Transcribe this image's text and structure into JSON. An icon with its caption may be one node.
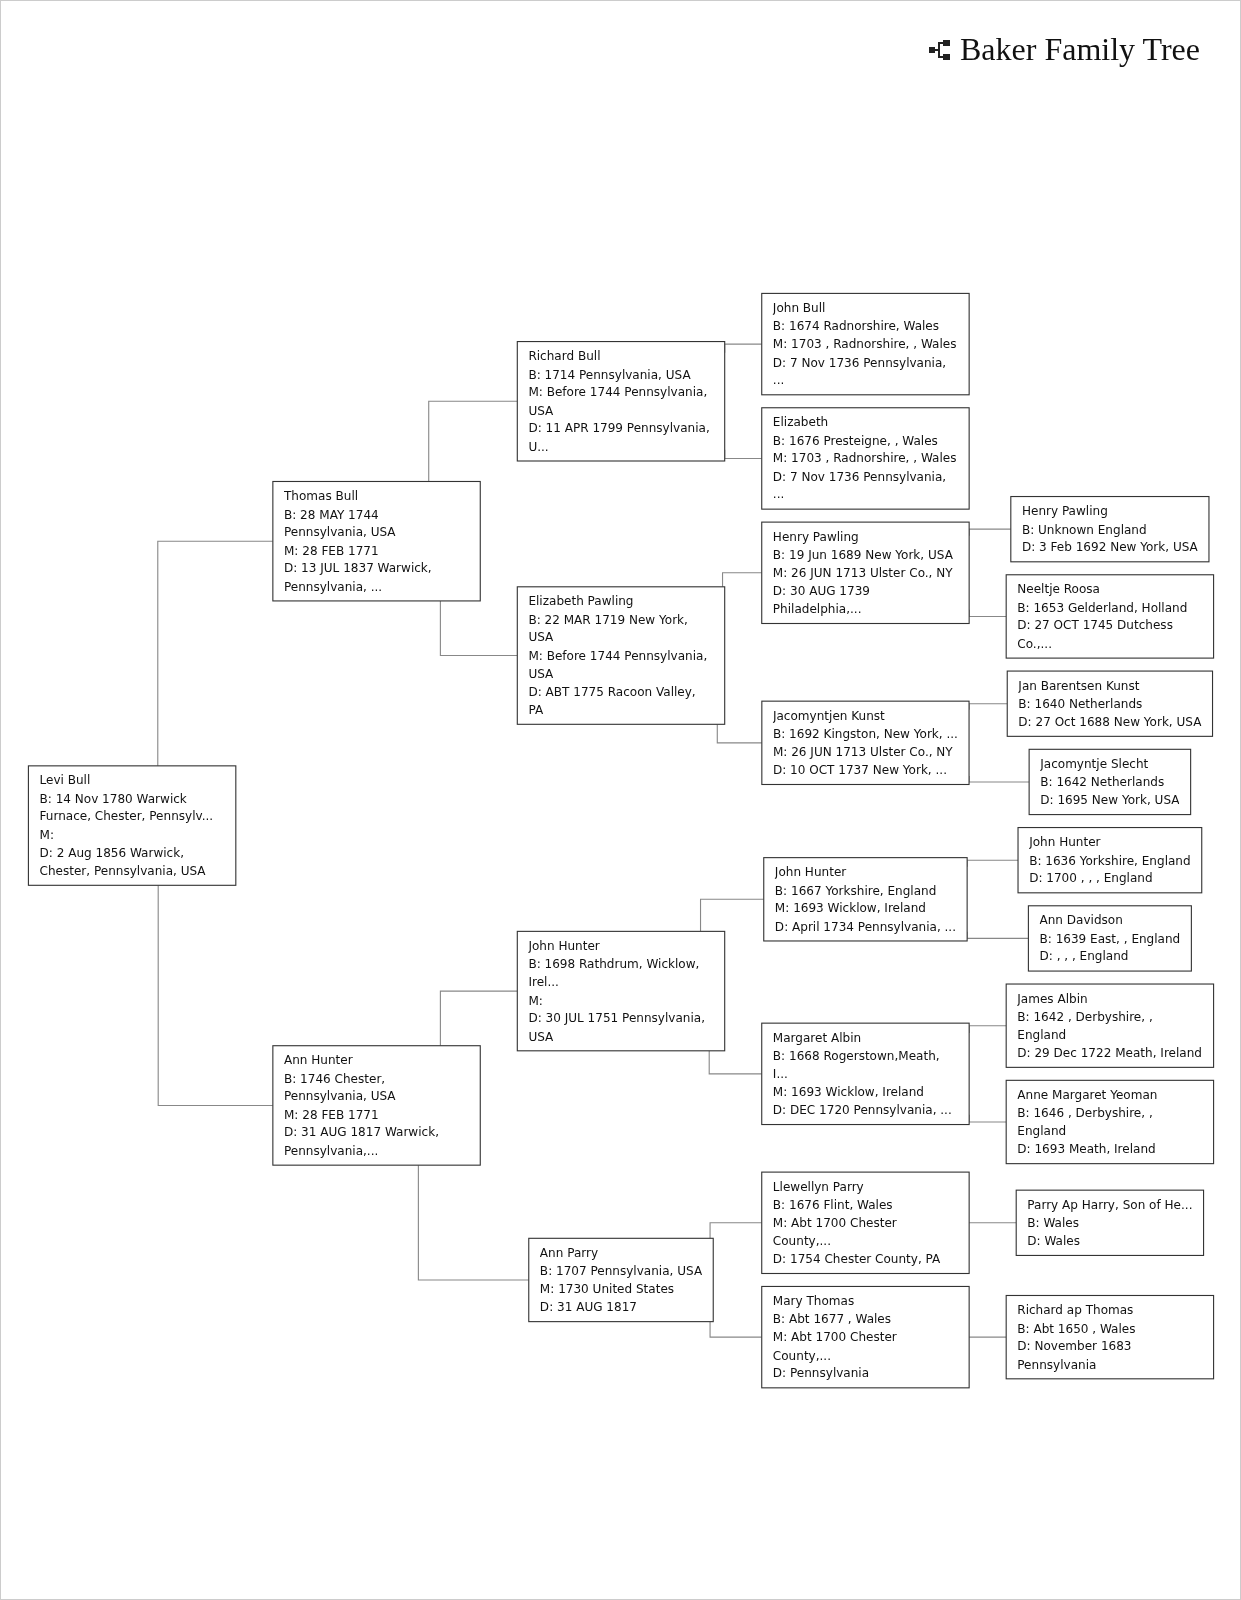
{
  "diagram": {
    "title": "Baker Family Tree",
    "nodes": [
      {
        "text": [
          "Levi Bull",
          "B: 14 Nov 1780 Warwick Furnace, Chester, Pennsylv...",
          "M:",
          "D: 2 Aug 1856 Warwick, Chester, Pennsylvania, USA"
        ]
      },
      {
        "text": [
          "Thomas Bull",
          "B: 28 MAY 1744 Pennsylvania, USA",
          "M: 28 FEB 1771",
          "D: 13 JUL 1837 Warwick, Pennsylvania, ..."
        ]
      },
      {
        "text": [
          "Richard Bull",
          "B: 1714 Pennsylvania, USA",
          "M: Before 1744 Pennsylvania, USA",
          "D: 11 APR 1799 Pennsylvania, U..."
        ]
      },
      {
        "text": [
          "John Bull",
          "B: 1674 Radnorshire, Wales",
          "M: 1703 , Radnorshire, , Wales",
          "D: 7 Nov 1736 Pennsylvania, ..."
        ]
      },
      {
        "text": [
          "Elizabeth",
          "B: 1676 Presteigne, , Wales",
          "M: 1703 , Radnorshire, , Wales",
          "D: 7 Nov 1736 Pennsylvania, ..."
        ]
      },
      {
        "text": [
          "Elizabeth Pawling",
          "B: 22 MAR 1719 New York, USA",
          "M: Before 1744 Pennsylvania, USA",
          "D: ABT 1775 Racoon Valley, PA"
        ]
      },
      {
        "text": [
          "Henry Pawling",
          "B: 19 Jun 1689 New York, USA",
          "M: 26 JUN 1713 Ulster Co., NY",
          "D: 30 AUG 1739 Philadelphia,..."
        ]
      },
      {
        "text": [
          "Henry Pawling",
          "B: Unknown England",
          "D: 3 Feb 1692 New York, USA"
        ]
      },
      {
        "text": [
          "Neeltje Roosa",
          "B: 1653 Gelderland, Holland",
          "D: 27 OCT 1745 Dutchess Co.,..."
        ]
      },
      {
        "text": [
          "Jacomyntjen Kunst",
          "B: 1692 Kingston, New York, ...",
          "M: 26 JUN 1713 Ulster Co., NY",
          "D: 10 OCT 1737 New York, ..."
        ]
      },
      {
        "text": [
          "Jan Barentsen Kunst",
          "B: 1640 Netherlands",
          "D: 27 Oct 1688 New York, USA"
        ]
      },
      {
        "text": [
          "Jacomyntje Slecht",
          "B: 1642 Netherlands",
          "D: 1695 New York, USA"
        ]
      },
      {
        "text": [
          "Ann Hunter",
          "B: 1746 Chester, Pennsylvania, USA",
          "M: 28 FEB 1771",
          "D: 31 AUG 1817 Warwick, Pennsylvania,..."
        ]
      },
      {
        "text": [
          "John Hunter",
          "B: 1698 Rathdrum, Wicklow, Irel...",
          "M:",
          "D: 30 JUL 1751 Pennsylvania, USA"
        ]
      },
      {
        "text": [
          "John Hunter",
          "B: 1667 Yorkshire, England",
          "M: 1693 Wicklow, Ireland",
          "D: April 1734 Pennsylvania, ..."
        ]
      },
      {
        "text": [
          "John Hunter",
          "B: 1636 Yorkshire, England",
          "D: 1700 , , , England"
        ]
      },
      {
        "text": [
          "Ann Davidson",
          "B: 1639 East, , England",
          "D: , , , England"
        ]
      },
      {
        "text": [
          "Margaret Albin",
          "B: 1668 Rogerstown,Meath, I...",
          "M: 1693 Wicklow, Ireland",
          "D: DEC 1720 Pennsylvania, ..."
        ]
      },
      {
        "text": [
          "James Albin",
          "B: 1642 , Derbyshire, , England",
          "D: 29 Dec 1722 Meath, Ireland"
        ]
      },
      {
        "text": [
          "Anne Margaret Yeoman",
          "B: 1646 , Derbyshire, , England",
          "D: 1693 Meath, Ireland"
        ]
      },
      {
        "text": [
          "Ann Parry",
          "B: 1707 Pennsylvania, USA",
          "M: 1730 United States",
          "D: 31 AUG 1817"
        ]
      },
      {
        "text": [
          "Llewellyn Parry",
          "B: 1676 Flint, Wales",
          "M: Abt 1700 Chester County,...",
          "D: 1754 Chester County, PA"
        ]
      },
      {
        "text": [
          "Parry Ap Harry, Son of He...",
          "B: Wales",
          "D: Wales"
        ]
      },
      {
        "text": [
          "Mary Thomas",
          "B: Abt 1677 , Wales",
          "M: Abt 1700 Chester County,...",
          "D: Pennsylvania"
        ]
      },
      {
        "text": [
          "Richard ap Thomas",
          "B: Abt 1650 , Wales",
          "D: November 1683 Pennsylvania"
        ]
      }
    ],
    "edges": [
      {
        "from": 0,
        "to": 1,
        "arrow": "none"
      },
      {
        "from": 1,
        "to": 2,
        "arrow": "none"
      },
      {
        "from": 2,
        "to": 3,
        "arrow": "none"
      },
      {
        "from": 2,
        "to": 4,
        "arrow": "none"
      },
      {
        "from": 1,
        "to": 5,
        "arrow": "none"
      },
      {
        "from": 5,
        "to": 6,
        "arrow": "none"
      },
      {
        "from": 6,
        "to": 7,
        "arrow": "none"
      },
      {
        "from": 6,
        "to": 8,
        "arrow": "none"
      },
      {
        "from": 5,
        "to": 9,
        "arrow": "none"
      },
      {
        "from": 9,
        "to": 10,
        "arrow": "none"
      },
      {
        "from": 9,
        "to": 11,
        "arrow": "none"
      },
      {
        "from": 0,
        "to": 12,
        "arrow": "none"
      },
      {
        "from": 12,
        "to": 13,
        "arrow": "none"
      },
      {
        "from": 13,
        "to": 14,
        "arrow": "none"
      },
      {
        "from": 14,
        "to": 15,
        "arrow": "none"
      },
      {
        "from": 14,
        "to": 16,
        "arrow": "none"
      },
      {
        "from": 13,
        "to": 17,
        "arrow": "none"
      },
      {
        "from": 17,
        "to": 18,
        "arrow": "none"
      },
      {
        "from": 17,
        "to": 19,
        "arrow": "none"
      },
      {
        "from": 12,
        "to": 20,
        "arrow": "none"
      },
      {
        "from": 20,
        "to": 21,
        "arrow": "none"
      },
      {
        "from": 21,
        "to": 22,
        "arrow": "none"
      },
      {
        "from": 20,
        "to": 23,
        "arrow": "none"
      },
      {
        "from": 23,
        "to": 24,
        "arrow": "none"
      }
    ]
  }
}
